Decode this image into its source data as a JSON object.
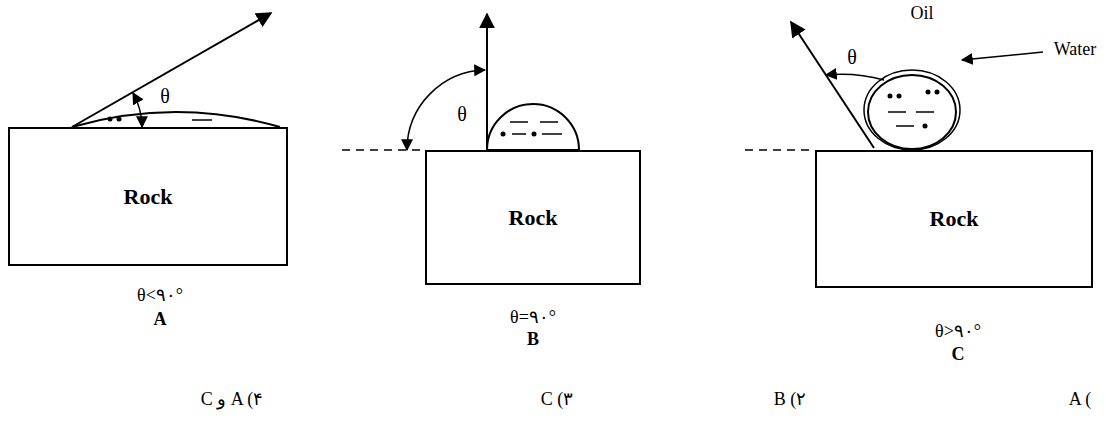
{
  "diagram": {
    "nodes": [
      {
        "text": [
          "Rock"
        ]
      },
      {
        "text": [
          "Rock"
        ]
      },
      {
        "text": [
          "Rock"
        ]
      }
    ],
    "labels": [
      "θ",
      "θ<۹۰°",
      "A",
      "θ",
      "θ=۹۰°",
      "B",
      "Oil",
      "θ",
      "Water",
      "θ>۹۰°",
      "C",
      "C و A (۴",
      "C (۳",
      "B (۲",
      "A ("
    ]
  }
}
